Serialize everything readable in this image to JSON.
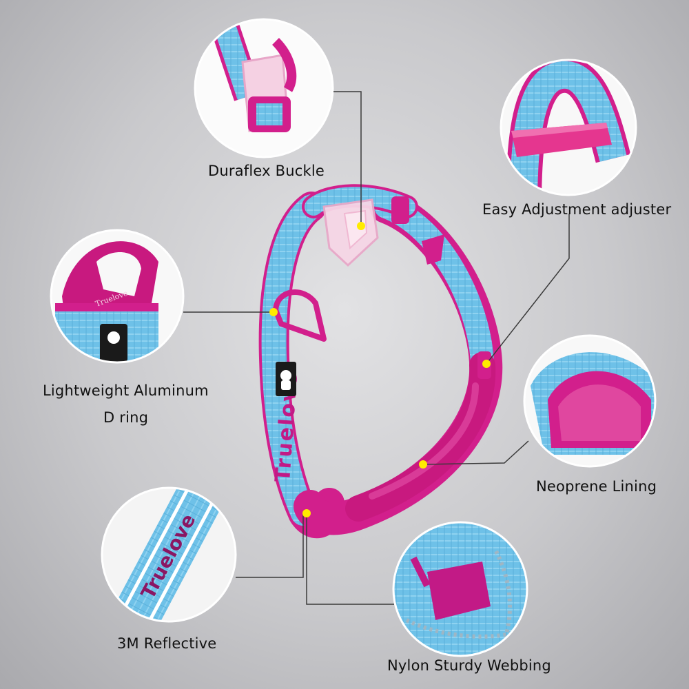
{
  "labels": {
    "buckle": "Duraflex Buckle",
    "adjuster": "Easy Adjustment adjuster",
    "d_ring_line1": "Lightweight Aluminum",
    "d_ring_line2": "D ring",
    "lining": "Neoprene Lining",
    "reflective": "3M Reflective",
    "webbing": "Nylon Sturdy Webbing"
  },
  "brand_text": "Truelove",
  "colors": {
    "webbing": "#6ec1e8",
    "accent": "#d21f8c",
    "lining": "#c8197f",
    "dot": "#ffeb00",
    "leader": "#3a3a3a"
  }
}
